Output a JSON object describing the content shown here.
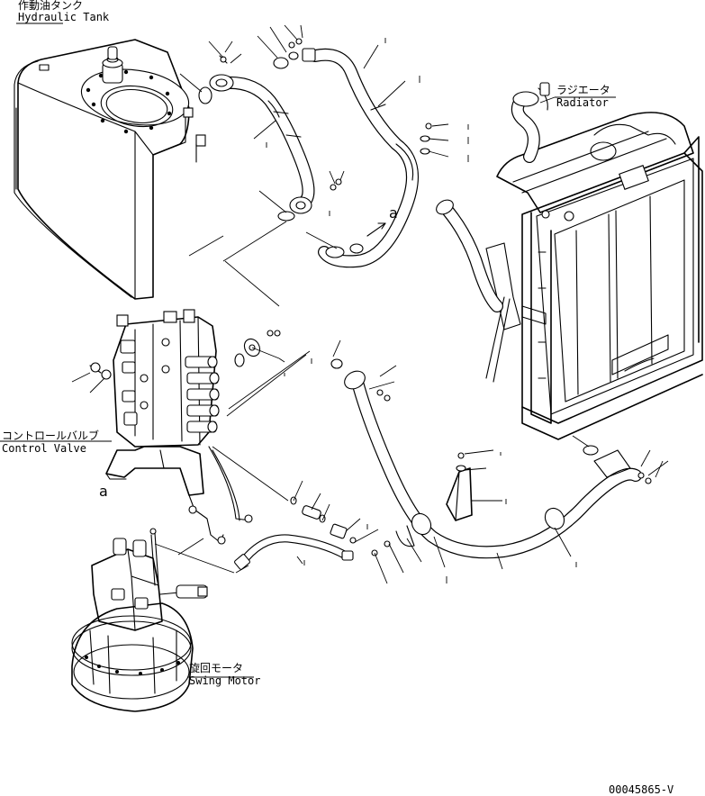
{
  "components": {
    "hydraulic_tank": {
      "label_jp": "作動油タンク",
      "label_en": "Hydraulic Tank"
    },
    "radiator": {
      "label_jp": "ラジエータ",
      "label_en": "Radiator"
    },
    "control_valve": {
      "label_jp": "コントロールバルブ",
      "label_en": "Control Valve"
    },
    "swing_motor": {
      "label_jp": "旋回モータ",
      "label_en": "Swing Motor"
    }
  },
  "connection_marks": {
    "upper": "a",
    "lower": "a"
  },
  "drawing_code": "00045865-V"
}
